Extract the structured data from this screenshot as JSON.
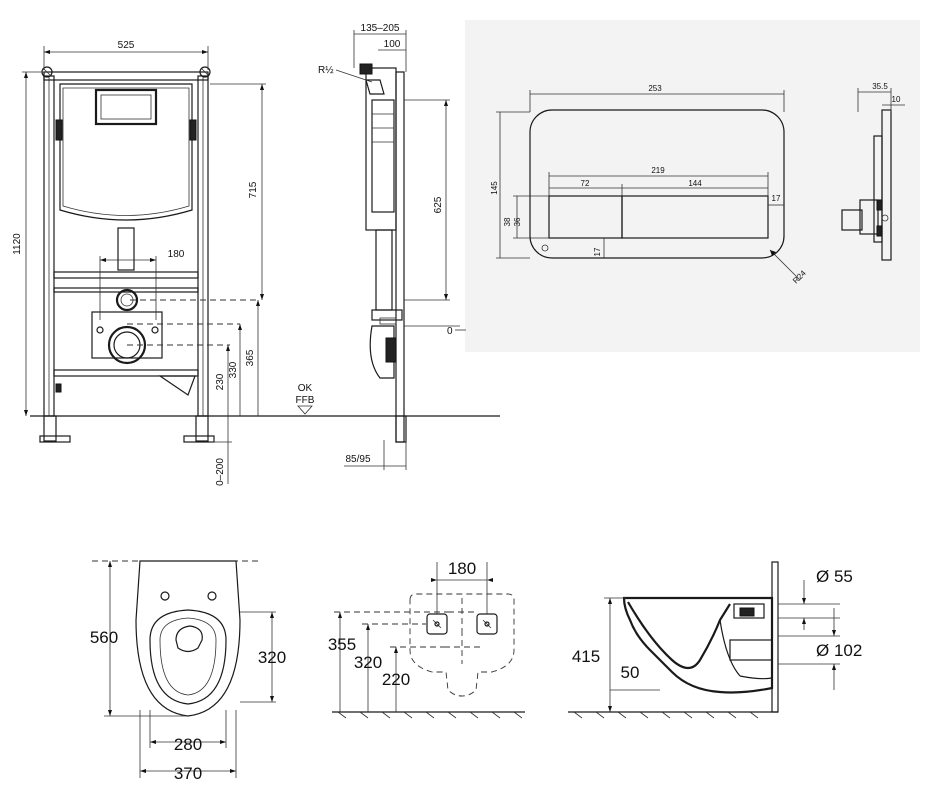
{
  "frame_front": {
    "width": "525",
    "height_total": "1120",
    "height_upper": "715",
    "pipe_spacing": "180",
    "dim_365": "365",
    "dim_330": "330",
    "dim_230": "230",
    "dim_adjust": "0–200",
    "ok_label": "OK",
    "ffb_label": "FFB"
  },
  "frame_side": {
    "depth_range": "135–205",
    "depth_fixed": "100",
    "thread": "R½",
    "height_625": "625",
    "bottom_depth": "85/95",
    "zero_label": "0"
  },
  "flush_plate": {
    "width": "253",
    "height": "145",
    "buttons_width": "219",
    "small_button": "72",
    "large_button": "144",
    "btn_h1": "38",
    "btn_h2": "36",
    "gap": "17",
    "offset": "17",
    "radius": "R24",
    "depth_total": "35.5",
    "depth_plate": "10"
  },
  "bowl_top": {
    "length": "560",
    "inner_length": "320",
    "width_inner": "280",
    "width_outer": "370"
  },
  "bowl_wall": {
    "bolt_spacing": "180",
    "h_355": "355",
    "h_320": "320",
    "h_220": "220"
  },
  "bowl_side": {
    "height": "415",
    "outlet_height": "50",
    "inlet_diameter": "Ø 55",
    "outlet_diameter": "Ø 102"
  }
}
